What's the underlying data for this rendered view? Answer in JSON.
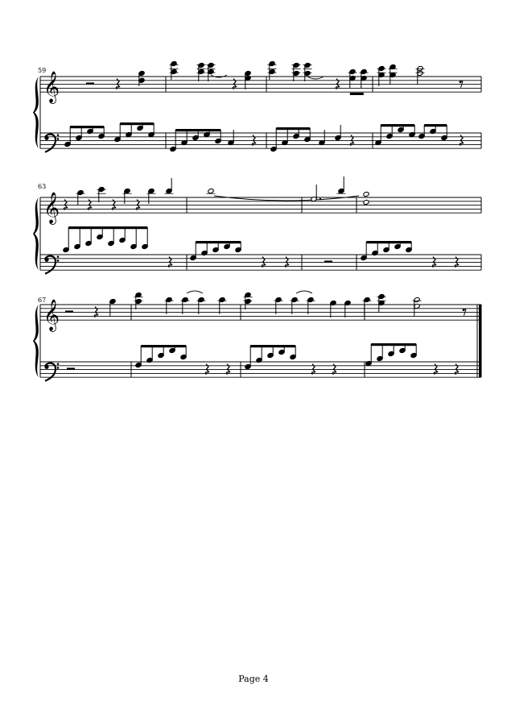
{
  "page": {
    "page_label": "Page 4"
  },
  "systems": [
    {
      "start_measure": "59"
    },
    {
      "start_measure": "63"
    },
    {
      "start_measure": "67"
    }
  ],
  "colors": {
    "ink": "#000000",
    "paper": "#ffffff"
  }
}
